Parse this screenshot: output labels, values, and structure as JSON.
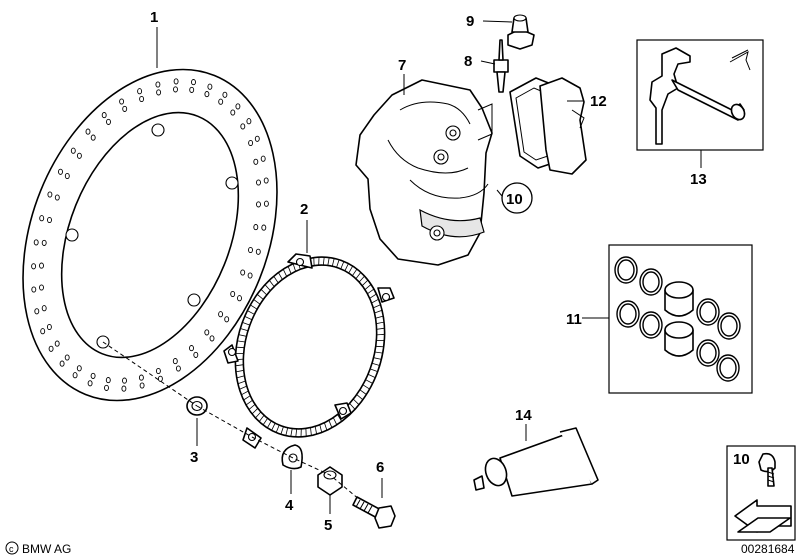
{
  "callouts": {
    "c1": "1",
    "c2": "2",
    "c3": "3",
    "c4": "4",
    "c5": "5",
    "c6": "6",
    "c7": "7",
    "c8": "8",
    "c9": "9",
    "c10a": "10",
    "c10b": "10",
    "c11": "11",
    "c12": "12",
    "c13": "13",
    "c14": "14"
  },
  "footer": {
    "brand": "BMW AG",
    "code": "00281684"
  }
}
